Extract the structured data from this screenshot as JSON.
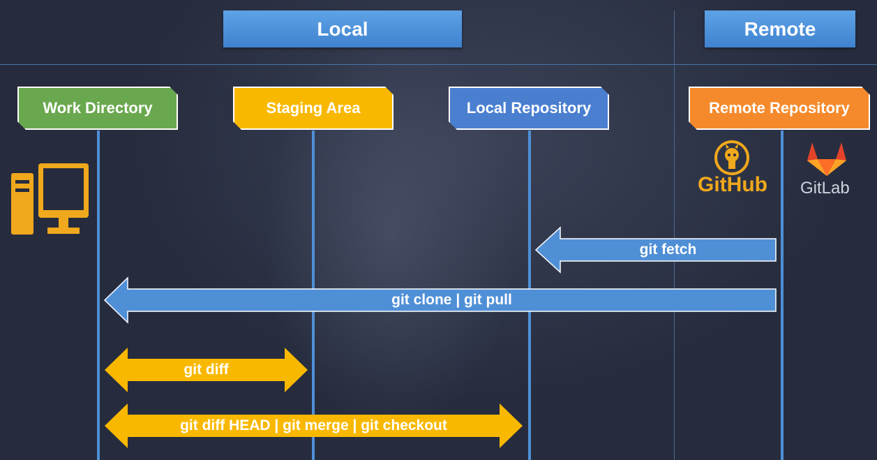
{
  "headers": {
    "local": "Local",
    "remote": "Remote"
  },
  "columns": [
    {
      "label": "Work Directory",
      "color": "#6aa84f"
    },
    {
      "label": "Staging Area",
      "color": "#f9b800"
    },
    {
      "label": "Local Repository",
      "color": "#4a7fd0"
    },
    {
      "label": "Remote Repository",
      "color": "#f58a2c"
    }
  ],
  "logos": {
    "github": "GitHub",
    "gitlab": "GitLab"
  },
  "icons": {
    "computer": "computer-icon",
    "github": "github-octocat-icon",
    "gitlab": "gitlab-fox-icon"
  },
  "arrows": [
    {
      "label": "git fetch",
      "from": "Remote Repository",
      "to": "Local Repository",
      "direction": "left",
      "color": "#4f8fd6"
    },
    {
      "label": "git clone | git pull",
      "from": "Remote Repository",
      "to": "Work Directory",
      "direction": "left",
      "color": "#4f8fd6"
    },
    {
      "label": "git diff",
      "from": "Work Directory",
      "to": "Staging Area",
      "direction": "both",
      "color": "#f9b800"
    },
    {
      "label": "git diff HEAD | git merge | git checkout",
      "from": "Work Directory",
      "to": "Local Repository",
      "direction": "both",
      "color": "#f9b800"
    }
  ]
}
